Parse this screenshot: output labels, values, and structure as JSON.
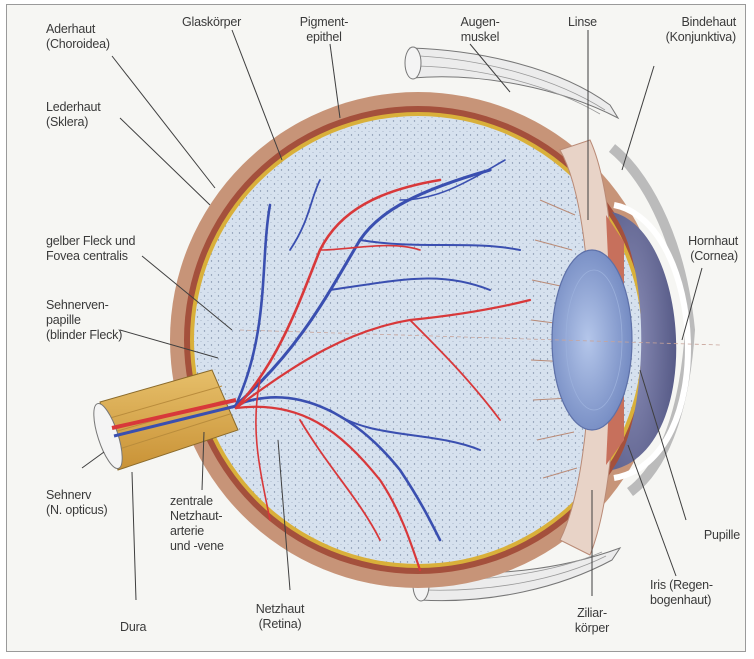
{
  "labels": {
    "aderhaut": "Aderhaut\n(Choroidea)",
    "glaskoerper": "Glaskörper",
    "pigmentepithel": "Pigment-\nepithel",
    "augenmuskel": "Augen-\nmuskel",
    "linse": "Linse",
    "bindehaut": "Bindehaut\n(Konjunktiva)",
    "lederhaut": "Lederhaut\n(Sklera)",
    "gelber_fleck": "gelber Fleck und\nFovea centralis",
    "hornhaut": "Hornhaut\n(Cornea)",
    "sehnervenpapille": "Sehnerven-\npapille\n(blinder Fleck)",
    "sehnerv": "Sehnerv\n(N. opticus)",
    "zentrale": "zentrale\nNetzhaut-\narterie\nund -vene",
    "dura": "Dura",
    "netzhaut": "Netzhaut\n(Retina)",
    "ziliar": "Ziliar-\nkörper",
    "iris": "Iris (Regen-\nbogenhaut)",
    "pupille": "Pupille"
  },
  "colors": {
    "sclera": "#c79478",
    "choroid": "#a4503c",
    "retina": "#d9b03a",
    "vitreous": "#d6e1ee",
    "artery": "#d8383a",
    "vein": "#3a4fb0",
    "lens": "#8ea6d6",
    "iris": "#5a5f8c",
    "nerve": "#d9a84a"
  }
}
